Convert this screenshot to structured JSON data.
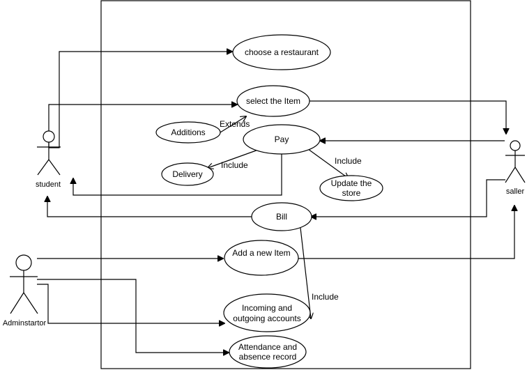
{
  "diagram": {
    "actors": {
      "student": "student",
      "saller": "saller",
      "admin": "Adminstartor"
    },
    "usecases": {
      "choose_restaurant": "choose a restaurant",
      "select_item": "select the Item",
      "additions": "Additions",
      "pay": "Pay",
      "delivery": "Delivery",
      "update_store_line1": "Update the",
      "update_store_line2": "store",
      "bill": "Bill",
      "add_item": "Add a new Item",
      "accounts_line1": "Incoming and",
      "accounts_line2": "outgoing accounts",
      "attendance_line1": "Attendance and",
      "attendance_line2": "absence record"
    },
    "relations": {
      "extends": "Extends",
      "include_delivery": "Include",
      "include_update": "Include",
      "include_accounts": "Include"
    }
  }
}
